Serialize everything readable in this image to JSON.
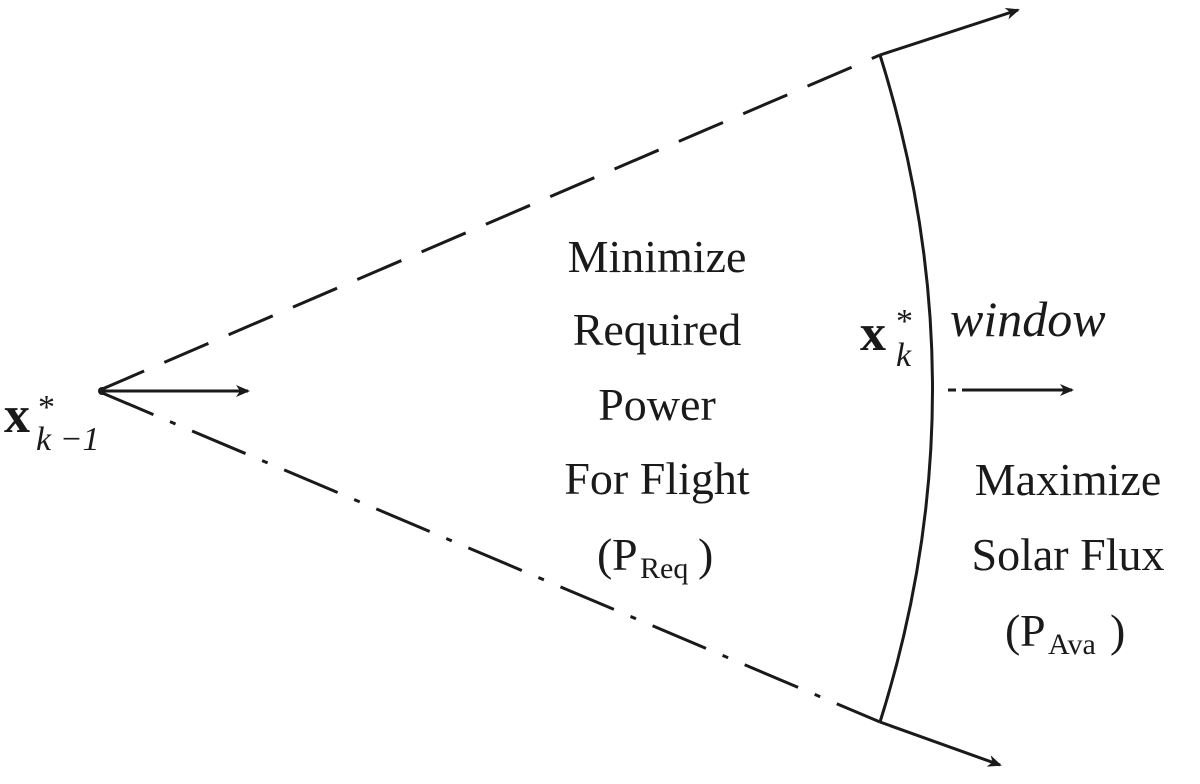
{
  "diagram": {
    "colors": {
      "ink": "#1a1a1a",
      "background": "#ffffff"
    },
    "start_point": {
      "base": "x",
      "superscript": "*",
      "subscript": "k −1"
    },
    "end_point": {
      "base": "x",
      "superscript": "*",
      "subscript": "k"
    },
    "window_label": "window",
    "left_region": {
      "lines": [
        "Minimize",
        "Required",
        "Power",
        "For Flight"
      ],
      "power_symbol": "P",
      "power_subscript": "Req",
      "open_paren": "(",
      "close_paren": ")"
    },
    "right_region": {
      "lines": [
        "Maximize",
        "Solar Flux"
      ],
      "power_symbol": "P",
      "power_subscript": "Ava",
      "open_paren": "(",
      "close_paren": ")"
    }
  }
}
